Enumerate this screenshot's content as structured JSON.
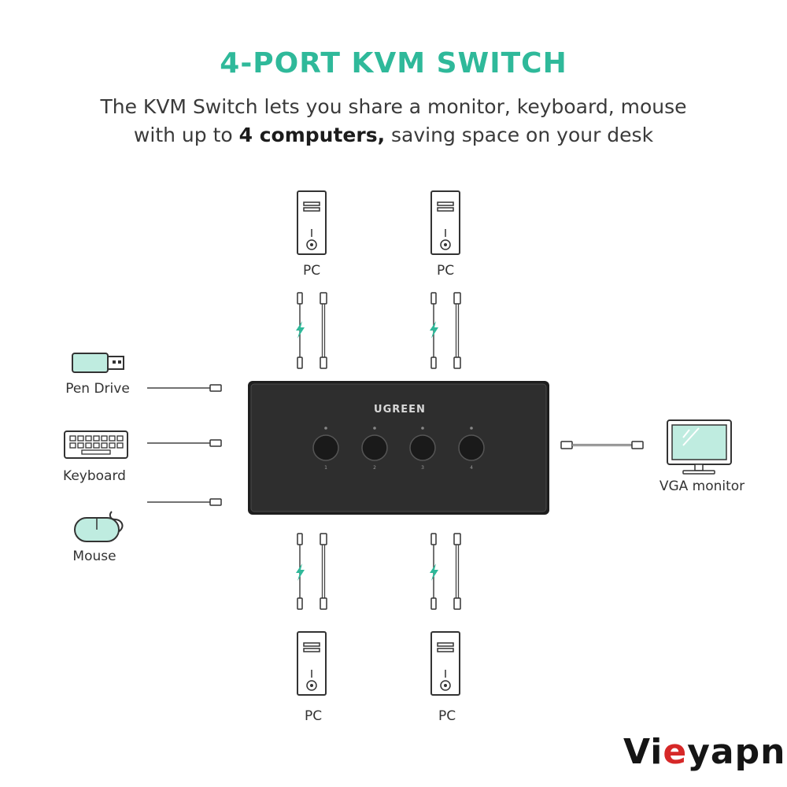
{
  "header": {
    "title": "4-PORT KVM SWITCH",
    "subtitle_line1": "The KVM Switch lets you share a monitor, keyboard, mouse",
    "subtitle_pre": "with up to ",
    "subtitle_bold": "4 computers,",
    "subtitle_post": " saving space on your desk"
  },
  "computers": [
    {
      "label": "PC"
    },
    {
      "label": "PC"
    },
    {
      "label": "PC"
    },
    {
      "label": "PC"
    }
  ],
  "peripherals": {
    "pen_drive": "Pen Drive",
    "keyboard": "Keyboard",
    "mouse": "Mouse",
    "monitor": "VGA monitor"
  },
  "switch": {
    "brand": "UGREEN",
    "port_numbers": [
      "1",
      "2",
      "3",
      "4"
    ]
  },
  "watermark": {
    "part1": "Vi",
    "part2": "e",
    "part3": "yapn"
  },
  "colors": {
    "accent": "#2fb99a",
    "device_fill": "#bfece0",
    "switch_body": "#2b2b2b",
    "watermark_red": "#d62828"
  }
}
